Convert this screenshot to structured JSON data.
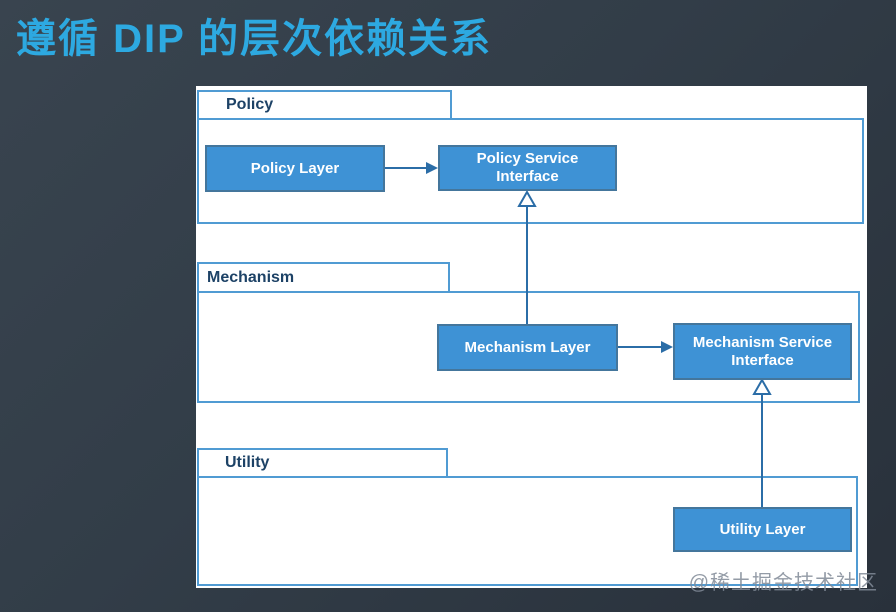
{
  "title": "遵循 DIP 的层次依赖关系",
  "watermark": "@稀土掘金技术社区",
  "colors": {
    "accent_title": "#2da9e1",
    "package_border": "#509bd3",
    "package_label_text": "#1d4266",
    "node_fill": "#3e92d5",
    "node_text": "#ffffff",
    "connector": "#2b6da7",
    "canvas_background": "#ffffff",
    "slide_background": "#313c47"
  },
  "diagram": {
    "packages": [
      {
        "id": "policy",
        "label": "Policy"
      },
      {
        "id": "mechanism",
        "label": "Mechanism"
      },
      {
        "id": "utility",
        "label": "Utility"
      }
    ],
    "nodes": [
      {
        "id": "policy-layer",
        "label": "Policy Layer"
      },
      {
        "id": "policy-service-interface",
        "label": "Policy Service\nInterface"
      },
      {
        "id": "mechanism-layer",
        "label": "Mechanism Layer"
      },
      {
        "id": "mechanism-service-interface",
        "label": "Mechanism Service\nInterface"
      },
      {
        "id": "utility-layer",
        "label": "Utility Layer"
      }
    ],
    "edges": [
      {
        "from": "policy-layer",
        "to": "policy-service-interface",
        "type": "dependency-arrow"
      },
      {
        "from": "mechanism-layer",
        "to": "policy-service-interface",
        "type": "realization-hollow-triangle"
      },
      {
        "from": "mechanism-layer",
        "to": "mechanism-service-interface",
        "type": "dependency-arrow"
      },
      {
        "from": "utility-layer",
        "to": "mechanism-service-interface",
        "type": "realization-hollow-triangle"
      }
    ]
  }
}
